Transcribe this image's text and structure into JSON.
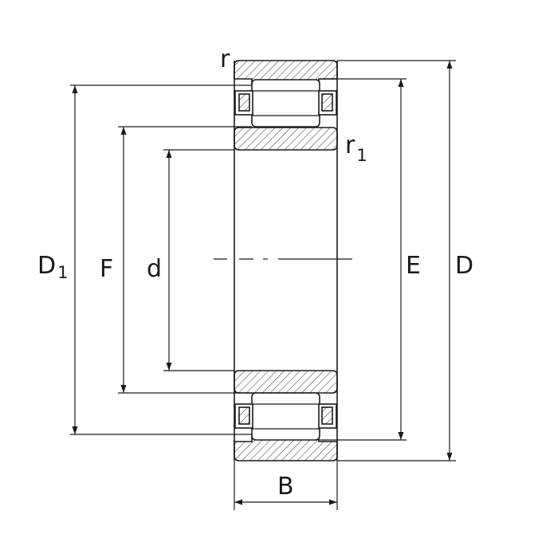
{
  "labels": {
    "r": "r",
    "r1_main": "r",
    "r1_sub": "1",
    "D1_main": "D",
    "D1_sub": "1",
    "F": "F",
    "d": "d",
    "E": "E",
    "D": "D",
    "B": "B"
  },
  "colors": {
    "line": "#1a1a1a",
    "section_fill": "#ffffff",
    "background": "#ffffff"
  }
}
